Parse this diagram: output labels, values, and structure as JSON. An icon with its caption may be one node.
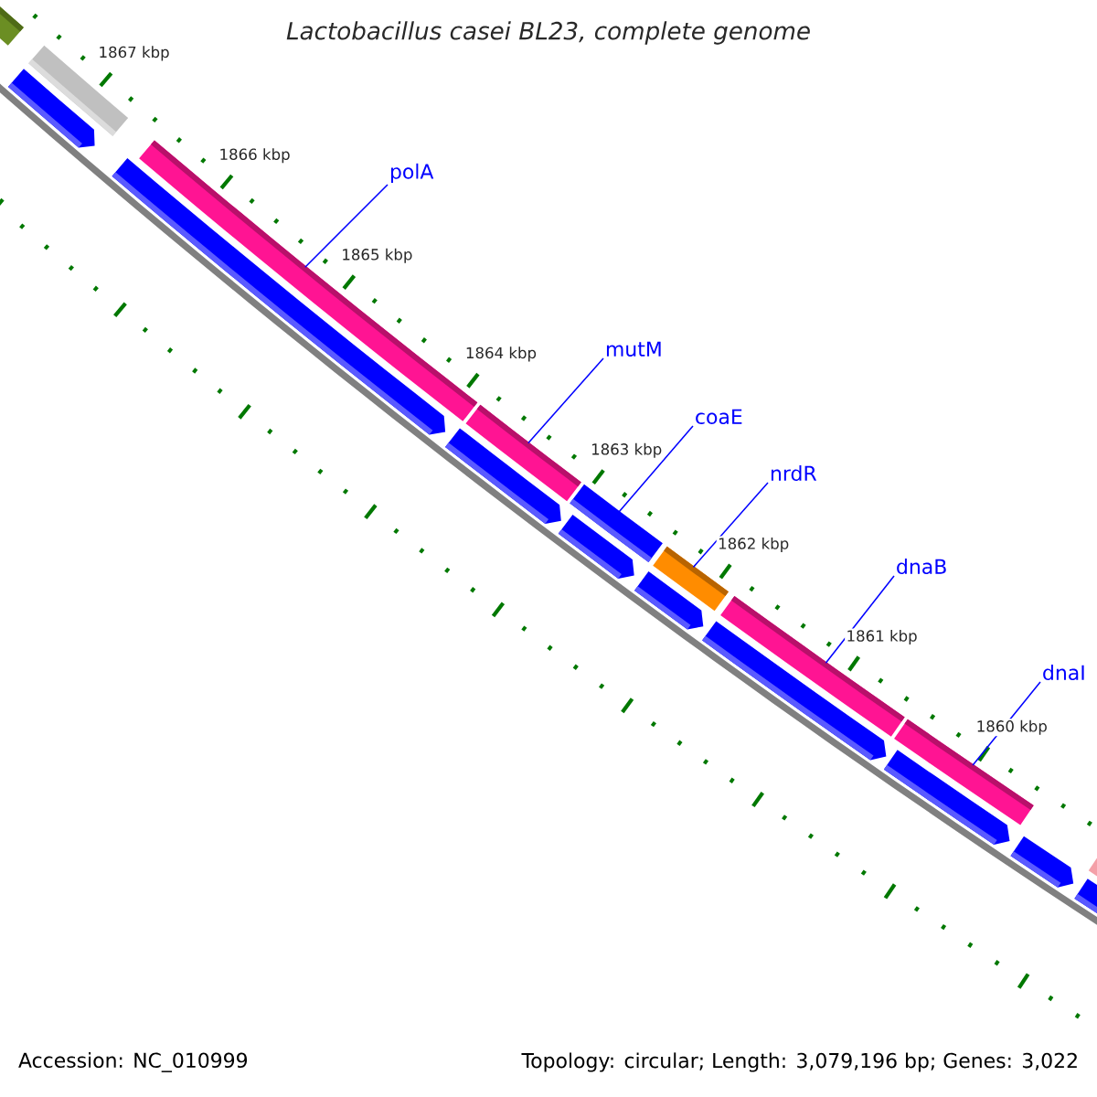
{
  "diagram": {
    "title": "Lactobacillus casei BL23, complete genome",
    "nodes": [
      {
        "text": [
          "polA"
        ]
      },
      {
        "text": [
          "mutM"
        ]
      },
      {
        "text": [
          "coaE"
        ]
      },
      {
        "text": [
          "nrdR"
        ]
      },
      {
        "text": [
          "dnaB"
        ]
      },
      {
        "text": [
          "dnaI"
        ]
      },
      {
        "text": [],
        "shape": "bar"
      },
      {
        "text": [],
        "shape": "bar"
      },
      {
        "text": [],
        "shape": "bar"
      },
      {
        "text": [],
        "shape": "bar"
      },
      {
        "text": [],
        "shape": "bar"
      },
      {
        "text": [],
        "shape": "bar"
      },
      {
        "text": [],
        "shape": "bar"
      },
      {
        "text": [],
        "shape": "bar"
      },
      {
        "text": [],
        "shape": "bar"
      },
      {
        "text": [],
        "shape": "bar"
      },
      {
        "text": [],
        "shape": "bar"
      },
      {
        "text": [],
        "shape": "bar"
      },
      {
        "text": [],
        "shape": "bar"
      },
      {
        "text": [],
        "shape": "bar"
      },
      {
        "text": [],
        "shape": "bar"
      },
      {
        "text": [],
        "shape": "bar"
      },
      {
        "text": [],
        "shape": "bar"
      },
      {
        "text": [],
        "shape": "bar"
      }
    ],
    "edges": [
      {
        "from": 0,
        "to": 6,
        "arrow": "none"
      },
      {
        "from": 1,
        "to": 7,
        "arrow": "none"
      },
      {
        "from": 2,
        "to": 8,
        "arrow": "none"
      },
      {
        "from": 3,
        "to": 9,
        "arrow": "none"
      },
      {
        "from": 4,
        "to": 10,
        "arrow": "none"
      },
      {
        "from": 5,
        "to": 11,
        "arrow": "none"
      }
    ],
    "labels": [
      "1867 kbp",
      "1866 kbp",
      "1865 kbp",
      "1864 kbp",
      "1863 kbp",
      "1862 kbp",
      "1861 kbp",
      "1860 kbp",
      "Accession: NC_010999",
      "Topology: circular; Length: 3,079,196 bp; Genes: 3,022"
    ]
  }
}
